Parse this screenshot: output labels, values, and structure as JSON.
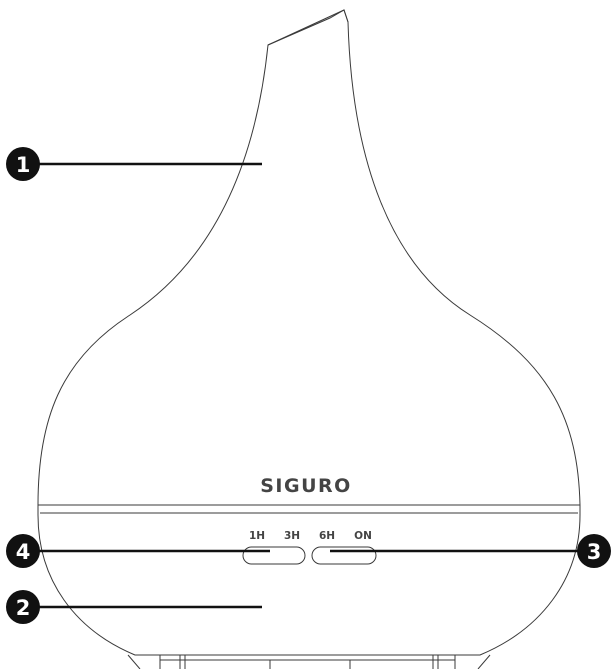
{
  "brand": "SIGURO",
  "timer_labels": [
    "1H",
    "3H",
    "6H",
    "ON"
  ],
  "callouts": [
    "1",
    "2",
    "3",
    "4"
  ]
}
